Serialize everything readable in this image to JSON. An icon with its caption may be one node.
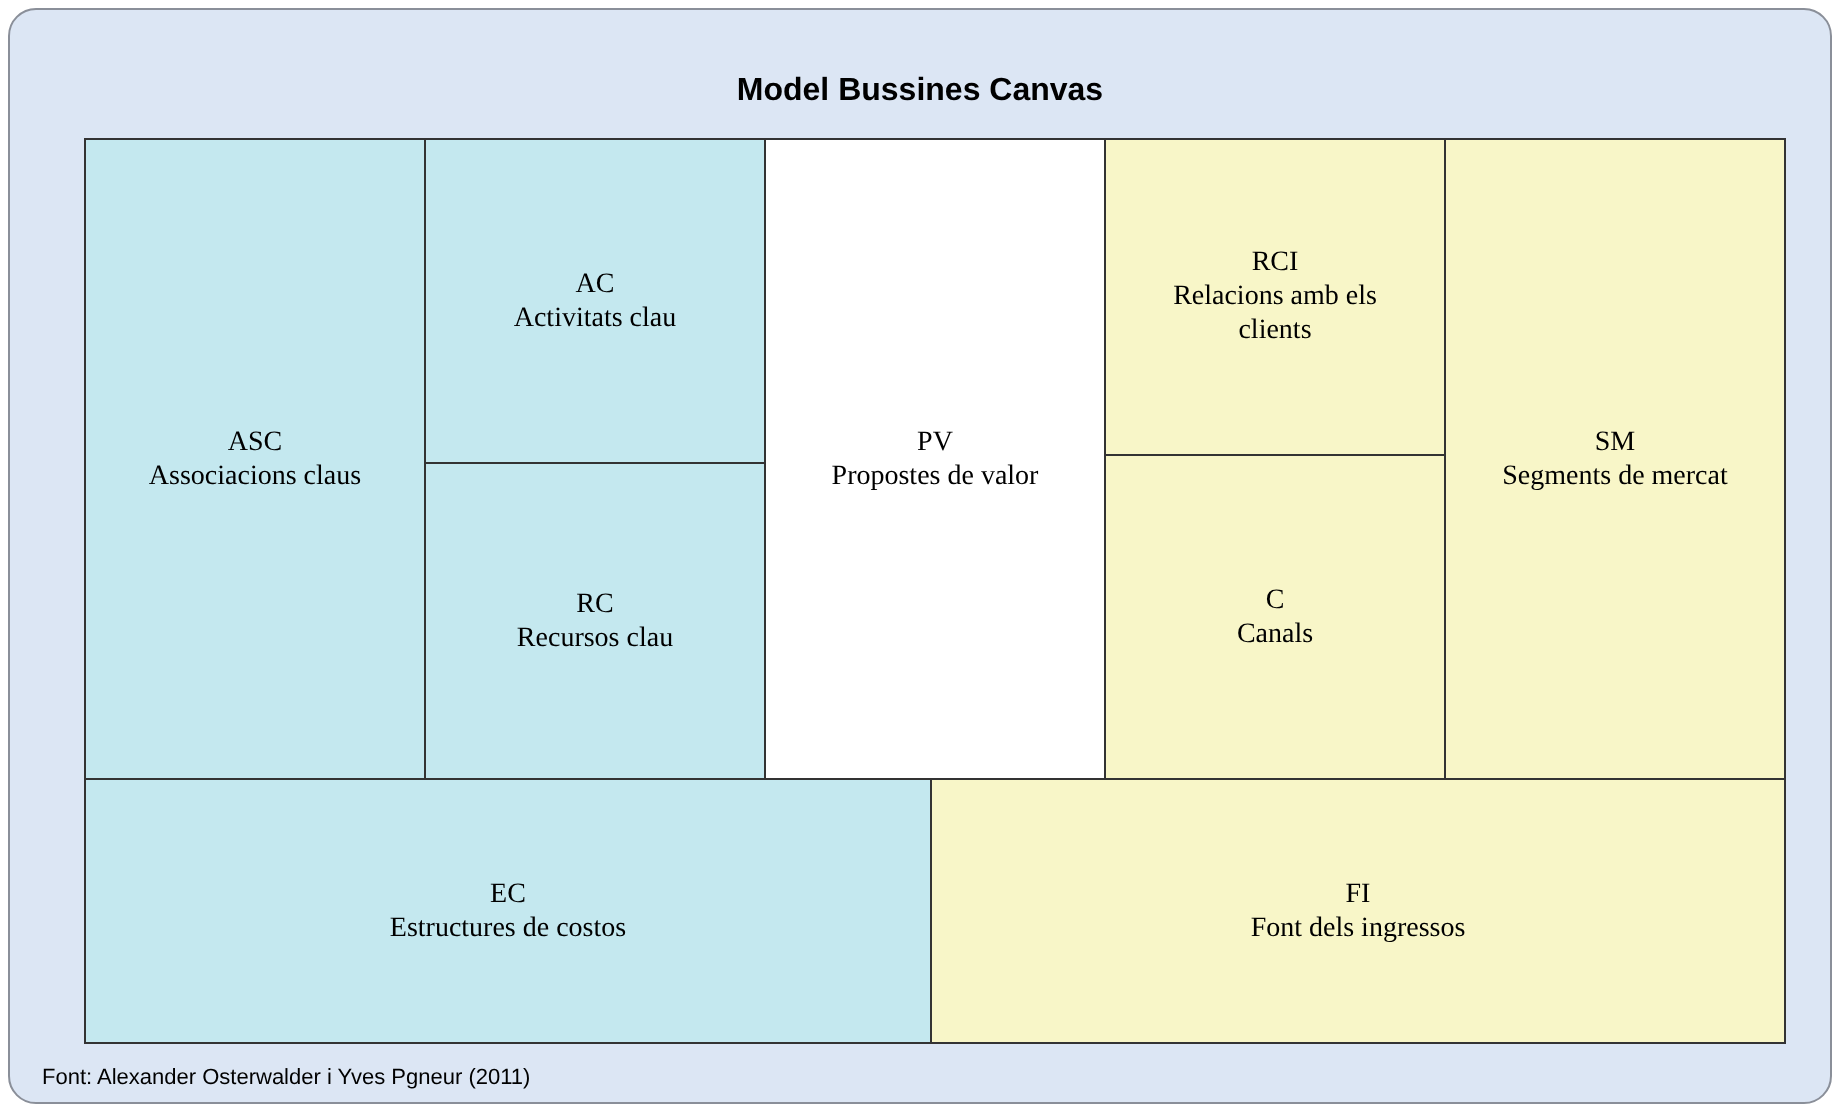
{
  "diagram": {
    "nodes": [
      {
        "text": [
          "Model Bussines Canvas"
        ]
      },
      {
        "text": [
          "ASC",
          "Associacions claus"
        ],
        "in": 0
      },
      {
        "text": [
          "AC",
          "Activitats clau"
        ],
        "in": 0
      },
      {
        "text": [
          "RC",
          "Recursos clau"
        ],
        "in": 0
      },
      {
        "text": [
          "PV",
          "Propostes de valor"
        ],
        "in": 0
      },
      {
        "text": [
          "RCI",
          "Relacions amb els clients"
        ],
        "in": 0
      },
      {
        "text": [
          "C",
          "Canals"
        ],
        "in": 0
      },
      {
        "text": [
          "SM",
          "Segments de mercat"
        ],
        "in": 0
      },
      {
        "text": [
          "EC",
          "Estructures de costos"
        ],
        "in": 0
      },
      {
        "text": [
          "FI",
          "Font dels ingressos"
        ],
        "in": 0
      }
    ],
    "labels": [
      "Font: Alexander Osterwalder i Yves Pgneur (2011)"
    ]
  }
}
